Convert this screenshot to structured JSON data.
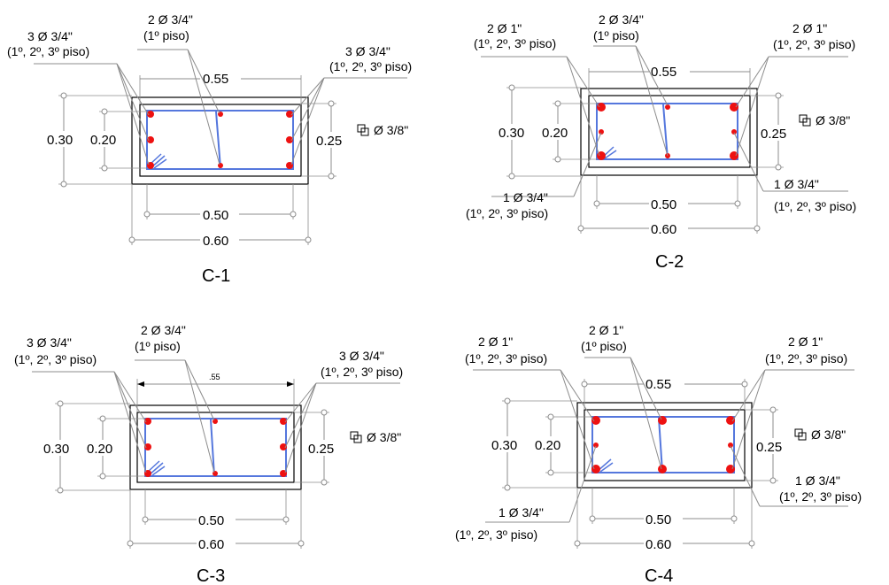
{
  "sections": [
    {
      "id": "c1",
      "title": "C-1",
      "dims": {
        "outer_width": "0.60",
        "inner_width": "0.50",
        "top_width": "0.55",
        "outer_height": "0.30",
        "inner_height": "0.20",
        "right_height": "0.25"
      },
      "stirrup": "Ø 3/8\"",
      "labels": {
        "top": [
          "2 Ø 3/4\"",
          "(1º piso)"
        ],
        "left": [
          "3 Ø 3/4\"",
          "(1º, 2º, 3º piso)"
        ],
        "right": [
          "3 Ø 3/4\"",
          "(1º, 2º, 3º piso)"
        ]
      }
    },
    {
      "id": "c2",
      "title": "C-2",
      "dims": {
        "outer_width": "0.60",
        "inner_width": "0.50",
        "top_width": "0.55",
        "outer_height": "0.30",
        "inner_height": "0.20",
        "right_height": "0.25"
      },
      "stirrup": "Ø 3/8\"",
      "labels": {
        "top": [
          "2 Ø 3/4\"",
          "(1º piso)"
        ],
        "left": [
          "2 Ø 1\"",
          "(1º, 2º, 3º piso)"
        ],
        "right": [
          "2 Ø 1\"",
          "(1º, 2º, 3º piso)"
        ],
        "bottom_left": [
          "1 Ø 3/4\"",
          "(1º, 2º, 3º piso)"
        ],
        "bottom_right": [
          "1 Ø 3/4\"",
          "(1º, 2º, 3º piso)"
        ]
      }
    },
    {
      "id": "c3",
      "title": "C-3",
      "dims": {
        "outer_width": "0.60",
        "inner_width": "0.50",
        "top_width": ".55",
        "outer_height": "0.30",
        "inner_height": "0.20",
        "right_height": "0.25"
      },
      "stirrup": "Ø 3/8\"",
      "labels": {
        "top": [
          "2 Ø 3/4\"",
          "(1º piso)"
        ],
        "left": [
          "3 Ø 3/4\"",
          "(1º, 2º, 3º piso)"
        ],
        "right": [
          "3 Ø 3/4\"",
          "(1º, 2º, 3º piso)"
        ]
      }
    },
    {
      "id": "c4",
      "title": "C-4",
      "dims": {
        "outer_width": "0.60",
        "inner_width": "0.50",
        "top_width": "0.55",
        "outer_height": "0.30",
        "inner_height": "0.20",
        "right_height": "0.25"
      },
      "stirrup": "Ø 3/8\"",
      "labels": {
        "top": [
          "2 Ø 1\"",
          "(1º piso)"
        ],
        "left": [
          "2 Ø 1\"",
          "(1º, 2º, 3º piso)"
        ],
        "right": [
          "2 Ø 1\"",
          "(1º, 2º, 3º piso)"
        ],
        "bottom_left": [
          "1 Ø 3/4\"",
          "(1º, 2º, 3º piso)"
        ],
        "bottom_right": [
          "1 Ø 3/4\"",
          "(1º, 2º, 3º piso)"
        ]
      }
    }
  ],
  "colors": {
    "rebar": "#ee1111",
    "stirrup": "#5577dd",
    "dimension": "#8c8c8c",
    "concrete": "#000000"
  }
}
